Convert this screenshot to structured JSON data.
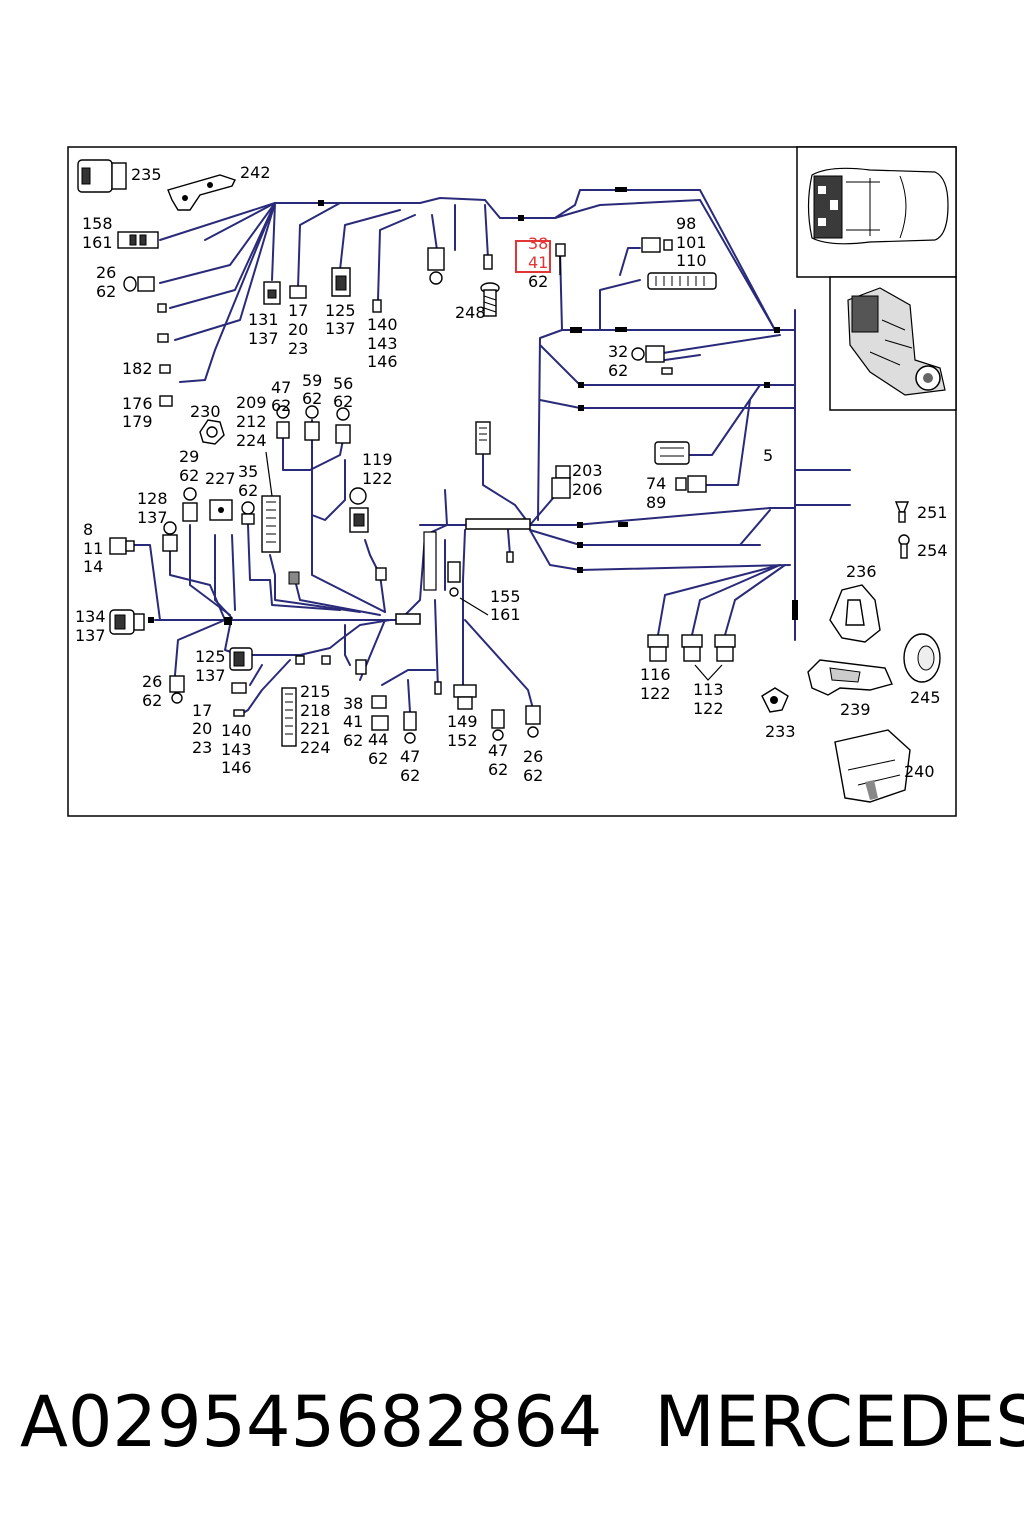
{
  "caption": {
    "part_number": "A029545682864",
    "brand": "MERCEDES"
  },
  "diagram": {
    "highlight_color": "#e23636",
    "wire_color": "#2a2a7a",
    "labels": {
      "l235": "235",
      "l242": "242",
      "l158": "158",
      "l161a": "161",
      "l26a": "26",
      "l62a": "62",
      "l131": "131",
      "l137a": "137",
      "l17a": "17",
      "l20a": "20",
      "l23a": "23",
      "l125a": "125",
      "l137b": "137",
      "l140a": "140",
      "l143a": "143",
      "l146a": "146",
      "l248": "248",
      "l38a": "38",
      "l41a": "41",
      "l62b": "62",
      "l98": "98",
      "l101": "101",
      "l110": "110",
      "l32": "32",
      "l62c": "62",
      "l182": "182",
      "l176": "176",
      "l179": "179",
      "l230": "230",
      "l209": "209",
      "l212": "212",
      "l224a": "224",
      "l47a": "47",
      "l62d": "62",
      "l59": "59",
      "l62e": "62",
      "l56": "56",
      "l62f": "62",
      "l29": "29",
      "l62g": "62",
      "l227": "227",
      "l35": "35",
      "l62h": "62",
      "l119": "119",
      "l122a": "122",
      "l203": "203",
      "l206": "206",
      "l74": "74",
      "l89": "89",
      "l5": "5",
      "l128": "128",
      "l137c": "137",
      "l8": "8",
      "l11": "11",
      "l14": "14",
      "l251": "251",
      "l254": "254",
      "l236": "236",
      "l155": "155",
      "l161b": "161",
      "l134": "134",
      "l137d": "137",
      "l116": "116",
      "l122b": "122",
      "l113": "113",
      "l122c": "122",
      "l245": "245",
      "l26b": "26",
      "l62i": "62",
      "l125b": "125",
      "l137e": "137",
      "l17b": "17",
      "l20b": "20",
      "l23b": "23",
      "l140b": "140",
      "l143b": "143",
      "l146b": "146",
      "l215": "215",
      "l218": "218",
      "l221": "221",
      "l224b": "224",
      "l38b": "38",
      "l41b": "41",
      "l62j": "62",
      "l44": "44",
      "l62k": "62",
      "l47b": "47",
      "l62l": "62",
      "l149": "149",
      "l152": "152",
      "l47c": "47",
      "l62m": "62",
      "l26c": "26",
      "l62n": "62",
      "l233": "233",
      "l239": "239",
      "l240": "240"
    }
  }
}
